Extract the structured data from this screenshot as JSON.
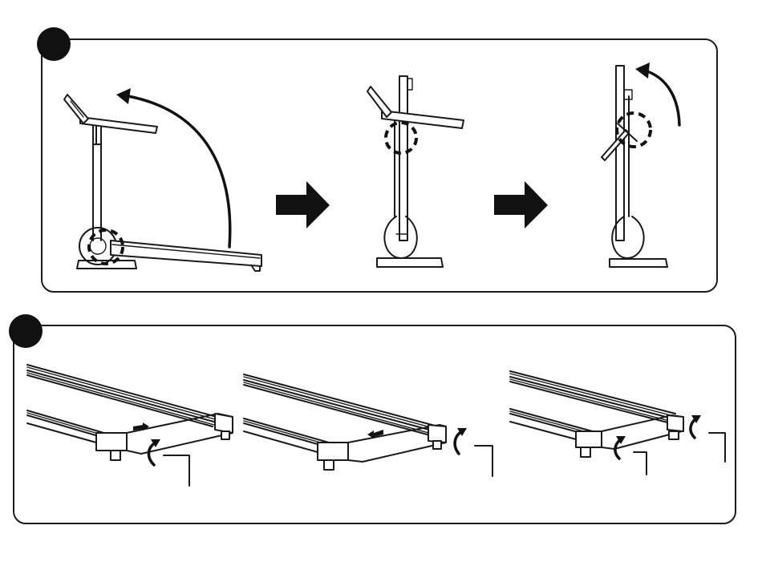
{
  "steps": [
    {
      "id": "fold-upright",
      "frames": [
        "treadmill-deck-lowered",
        "treadmill-deck-raised",
        "treadmill-console-folded"
      ]
    },
    {
      "id": "attach-end-caps",
      "frames": [
        "end-cap-left",
        "end-cap-center",
        "end-cap-right"
      ]
    }
  ],
  "icons": {
    "step_marker": "filled-circle",
    "transition_arrow": "right-block-arrow",
    "rotation_arrow": "curved-arrow",
    "detail_highlight": "dashed-circle",
    "tool": "allen-key"
  },
  "colors": {
    "line": "#1a1a1a",
    "background": "#ffffff",
    "marker": "#111111"
  }
}
